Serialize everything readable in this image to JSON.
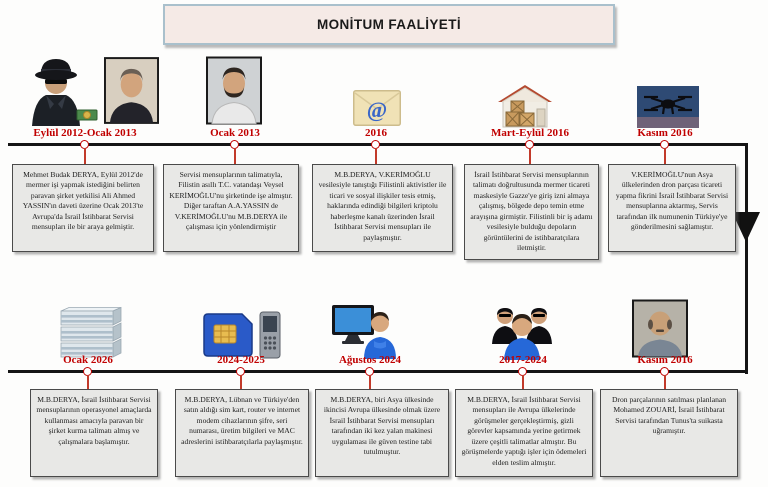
{
  "title": "MONİTUM FAALİYETİ",
  "colors": {
    "date_red": "#c00000",
    "timeline_black": "#151515",
    "box_background": "#e8e8e6",
    "box_border": "#4a4a4a",
    "title_background": "#f5eae6",
    "title_border": "#a9c0cc"
  },
  "top_row": {
    "events": [
      {
        "date": "Eylül 2012-Ocak 2013",
        "icons": [
          "spy-icon",
          "money-icon",
          "portrait-photo"
        ],
        "text": "Mehmet Budak DERYA, Eylül 2012'de mermer işi yapmak istediğini belirten paravan şirket yetkilisi Ali Ahmed YASSIN'ın daveti üzerine Ocak 2013'te Avrupa'da İsrail İstihbarat Servisi mensupları ile bir araya gelmiştir."
      },
      {
        "date": "Ocak 2013",
        "icons": [
          "portrait-photo"
        ],
        "text": "Servisi mensuplarının talimatıyla, Filistin asıllı T.C. vatandaşı Veysel KERİMOĞLU'nu şirketinde işe almıştır.\nDiğer taraftan A.A.YASSIN de V.KERİMOĞLU'nu M.B.DERYA ile çalışması için yönlendirmiştir"
      },
      {
        "date": "2016",
        "icons": [
          "email-icon"
        ],
        "text": "M.B.DERYA, V.KERİMOĞLU vesilesiyle tanıştığı Filistinli aktivistler ile ticari ve sosyal ilişkiler tesis etmiş, haklarında edindiği bilgileri kriptolu haberleşme kanalı üzerinden İsrail İstihbarat Servisi mensupları ile paylaşmıştır."
      },
      {
        "date": "Mart-Eylül 2016",
        "icons": [
          "warehouse-icon"
        ],
        "text": "İsrail İstihbarat Servisi mensuplarının talimatı doğrultusunda mermer ticareti maskesiyle Gazze'ye giriş izni almaya çalışmış, bölgede depo temin etme arayışına girmiştir. Filistinli bir iş adamı vesilesiyle bulduğu depoların görüntülerini de istihbaratçılara iletmiştir."
      },
      {
        "date": "Kasım 2016",
        "icons": [
          "drone-icon"
        ],
        "text": "V.KERİMOĞLU'nun Asya ülkelerinden dron parçası ticareti yapma fikrini İsrail İstihbarat Servisi mensuplarına aktarmış, Servis tarafından ilk numunenin Türkiye'ye gönderilmesini sağlamıştır."
      }
    ]
  },
  "bottom_row": {
    "events": [
      {
        "date": "Ocak 2026",
        "icons": [
          "marble-blocks-icon"
        ],
        "text": "M.B.DERYA, İsrail İstihbarat Servisi mensuplarının operasyonel amaçlarda kullanması amacıyla paravan bir şirket kurma talimatı almış ve çalışmalara başlamıştır."
      },
      {
        "date": "2024-2025",
        "icons": [
          "sim-card-icon",
          "phone-icon"
        ],
        "text": "M.B.DERYA, Lübnan ve Türkiye'den satın aldığı sim kart, router ve internet modem cihazlarının şifre, seri numarası, üretim bilgileri ve MAC adreslerini istihbaratçılarla paylaşmıştır."
      },
      {
        "date": "Ağustos 2024",
        "icons": [
          "computer-user-icon"
        ],
        "text": "M.B.DERYA, biri Asya ülkesinde ikincisi Avrupa ülkesinde olmak üzere İsrail İstihbarat Servisi mensupları tarafından iki kez yalan makinesi uygulaması ile güven testine tabi tutulmuştur."
      },
      {
        "date": "2017-2024",
        "icons": [
          "people-group-icon"
        ],
        "text": "M.B.DERYA, İsrail İstihbarat Servisi mensupları ile Avrupa ülkelerinde görüşmeler gerçekleştirmiş, gizli görevler kapsamında yerine getirmek üzere çeşitli talimatlar almıştır. Bu görüşmelerde yaptığı işler için ödemeleri elden teslim almıştır."
      },
      {
        "date": "Kasım 2016",
        "icons": [
          "portrait-photo"
        ],
        "text": "Dron parçalarının satılması planlanan Mohamed ZOUARİ, İsrail İstihbarat Servisi tarafından Tunus'ta suikasta uğramıştır."
      }
    ]
  }
}
